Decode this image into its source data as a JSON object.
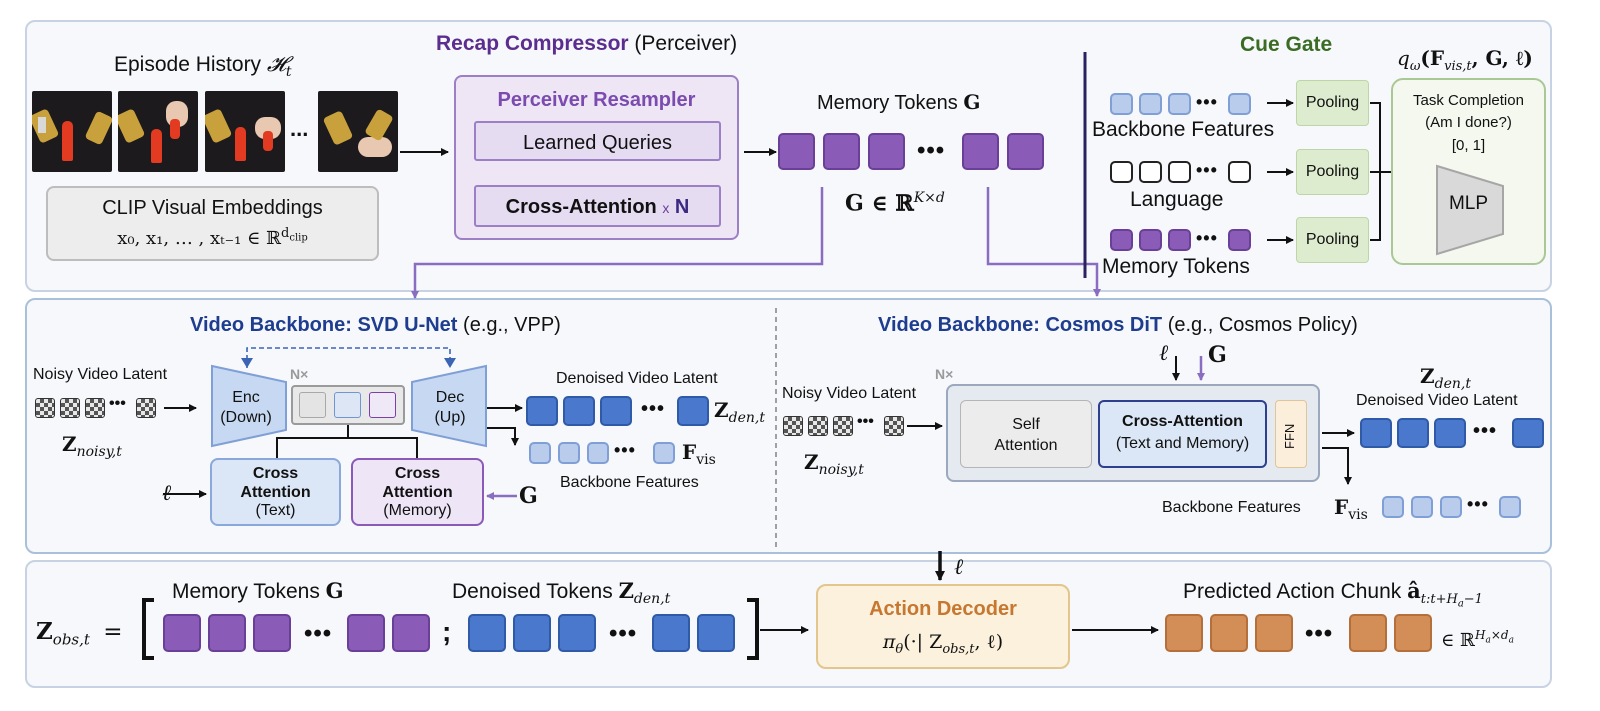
{
  "recap": {
    "title_bold": "Recap Compressor",
    "title_rest": "(Perceiver)",
    "history_label": "Episode History ",
    "history_sym": "𝓗",
    "history_sub": "t",
    "frames_ellipsis": "...",
    "clip_title": "CLIP Visual Embeddings",
    "clip_formula": "x₀, x₁, … , xₜ₋₁ ∈ ℝ",
    "clip_sup": "d",
    "clip_sup_sub": "clip",
    "resampler_title": "Perceiver Resampler",
    "learned_queries": "Learned Queries",
    "cross_attention": "Cross-Attention",
    "times": "x",
    "n": "N",
    "memory_tokens": "Memory Tokens ",
    "memory_sym": "G",
    "g_formula_main": "G ∈ ℝ",
    "g_formula_sup": "K×d"
  },
  "cue_gate": {
    "title": "Cue Gate",
    "q_formula": "q",
    "q_sub": "ω",
    "q_args": "(F",
    "q_args_sub": "vis,t",
    "q_args_rest": ", G, ℓ)",
    "backbone_features": "Backbone Features",
    "language": "Language",
    "memory_tokens": "Memory Tokens",
    "pooling": "Pooling",
    "task_completion": "Task Completion",
    "am_i_done": "(Am I done?)",
    "range": "[0, 1]",
    "mlp": "MLP"
  },
  "svd": {
    "title_bold": "Video Backbone: SVD U-Net",
    "title_rest": "(e.g., VPP)",
    "noisy_label": "Noisy Video Latent",
    "z_noisy": "Z",
    "z_noisy_sub": "noisy,t",
    "enc_line1": "Enc",
    "enc_line2": "(Down)",
    "dec_line1": "Dec",
    "dec_line2": "(Up)",
    "nx": "N×",
    "cross_text_1": "Cross",
    "cross_text_2": "Attention",
    "cross_text_3": "(Text)",
    "cross_mem_1": "Cross",
    "cross_mem_2": "Attention",
    "cross_mem_3": "(Memory)",
    "ell": "ℓ",
    "g": "G",
    "denoised_label": "Denoised Video Latent",
    "z_den": "Z",
    "z_den_sub": "den,t",
    "f_vis": "F",
    "f_vis_sub": "vis",
    "backbone_features": "Backbone Features"
  },
  "cosmos": {
    "title_bold": "Video Backbone: Cosmos DiT",
    "title_rest": "(e.g., Cosmos Policy)",
    "noisy_label": "Noisy Video Latent",
    "z_noisy": "Z",
    "z_noisy_sub": "noisy,t",
    "nx": "N×",
    "ell": "ℓ",
    "g": "G",
    "self_1": "Self",
    "self_2": "Attention",
    "cross_1": "Cross-Attention",
    "cross_2": "(Text and Memory)",
    "ffn": "FFN",
    "z_den": "Z",
    "z_den_sub": "den,t",
    "denoised_label": "Denoised Video Latent",
    "backbone_features": "Backbone Features",
    "f_vis": "F",
    "f_vis_sub": "vis"
  },
  "decoder": {
    "z_obs": "Z",
    "z_obs_sub": "obs,t",
    "equals": "=",
    "memory_tokens": "Memory Tokens ",
    "memory_sym": "G",
    "denoised_tokens": "Denoised Tokens ",
    "den_sym": "Z",
    "den_sub": "den,t",
    "semicolon": ";",
    "ell": "ℓ",
    "action_decoder": "Action Decoder",
    "pi": "π",
    "pi_sub": "θ",
    "pi_args": "(·| Z",
    "pi_args_sub": "obs,t",
    "pi_args_rest": ", ℓ)",
    "predicted_label": "Predicted Action Chunk ",
    "a_hat": "â",
    "a_sub": "t:t+H",
    "a_sub2": "a",
    "a_sub3": "−1",
    "in_r": "∈ ℝ",
    "in_sup": "H",
    "in_sup_a": "a",
    "in_sup_rest": "×d",
    "in_sup_d": "a",
    "ellipsis": "•••"
  },
  "colors": {
    "purple": "#6a3f98",
    "blue_title": "#1f3d8f",
    "green_title": "#3b6b24",
    "orange_title": "#c7772f"
  }
}
